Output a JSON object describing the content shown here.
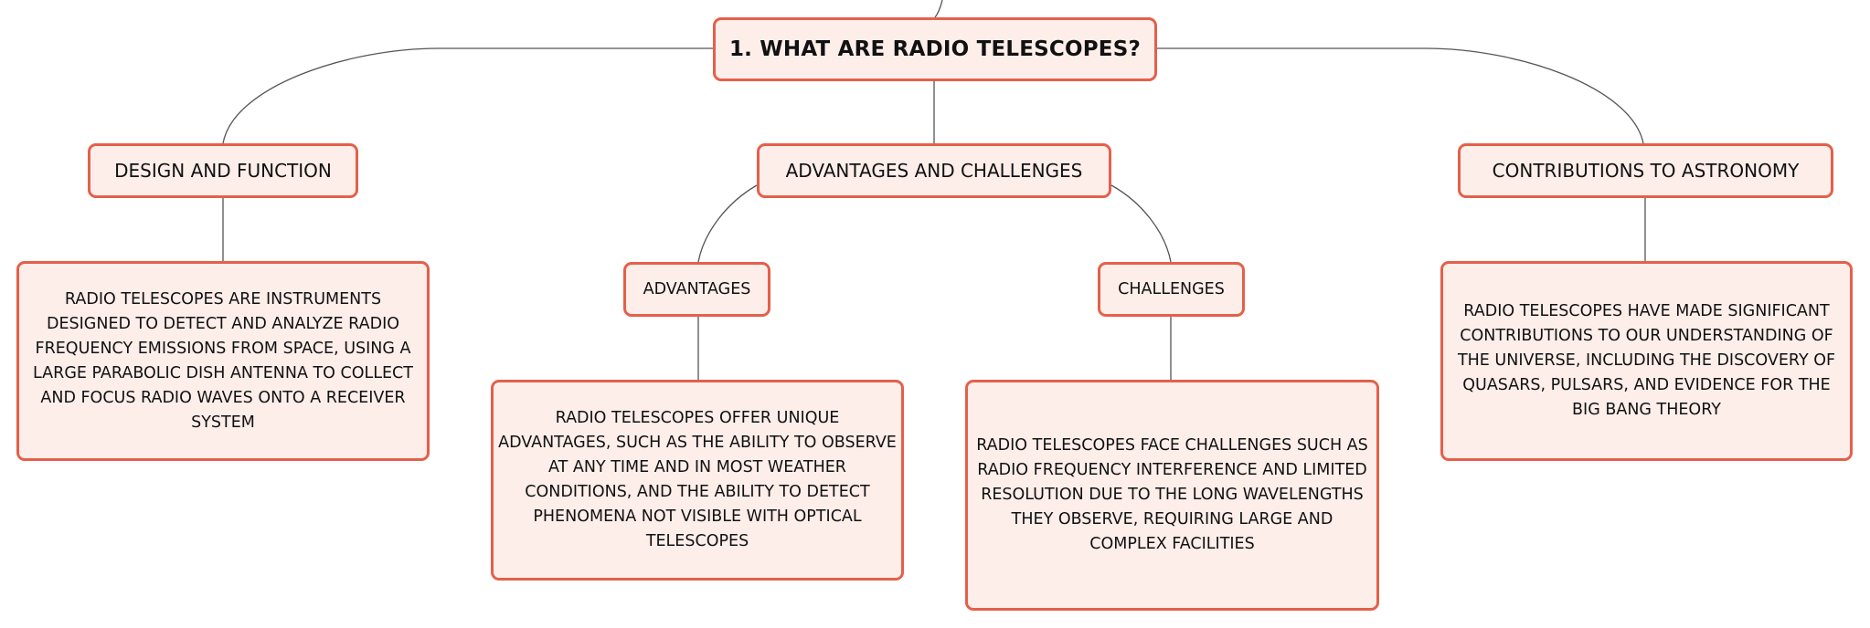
{
  "root": {
    "title": "1. WHAT ARE RADIO TELESCOPES?"
  },
  "branches": {
    "design": {
      "label": "DESIGN AND FUNCTION",
      "detail": "RADIO TELESCOPES ARE INSTRUMENTS DESIGNED TO DETECT AND ANALYZE RADIO FREQUENCY EMISSIONS FROM SPACE, USING A LARGE PARABOLIC DISH ANTENNA TO COLLECT AND FOCUS RADIO WAVES ONTO A RECEIVER SYSTEM"
    },
    "advantages_challenges": {
      "label": "ADVANTAGES AND CHALLENGES",
      "advantages": {
        "label": "ADVANTAGES",
        "detail": "RADIO TELESCOPES OFFER UNIQUE ADVANTAGES, SUCH AS THE ABILITY TO OBSERVE AT ANY TIME AND IN MOST WEATHER CONDITIONS, AND THE ABILITY TO DETECT PHENOMENA NOT VISIBLE WITH OPTICAL TELESCOPES"
      },
      "challenges": {
        "label": "CHALLENGES",
        "detail": "RADIO TELESCOPES FACE CHALLENGES SUCH AS RADIO FREQUENCY INTERFERENCE AND LIMITED RESOLUTION DUE TO THE LONG WAVELENGTHS THEY OBSERVE, REQUIRING LARGE AND COMPLEX FACILITIES"
      }
    },
    "contributions": {
      "label": "CONTRIBUTIONS TO ASTRONOMY",
      "detail": "RADIO TELESCOPES HAVE MADE SIGNIFICANT CONTRIBUTIONS TO OUR UNDERSTANDING OF THE UNIVERSE, INCLUDING THE DISCOVERY OF QUASARS, PULSARS, AND EVIDENCE FOR THE BIG BANG THEORY"
    }
  },
  "colors": {
    "node_border": "#e4604a",
    "node_fill": "#fdeeea",
    "connector": "#555555",
    "text": "#111111"
  }
}
